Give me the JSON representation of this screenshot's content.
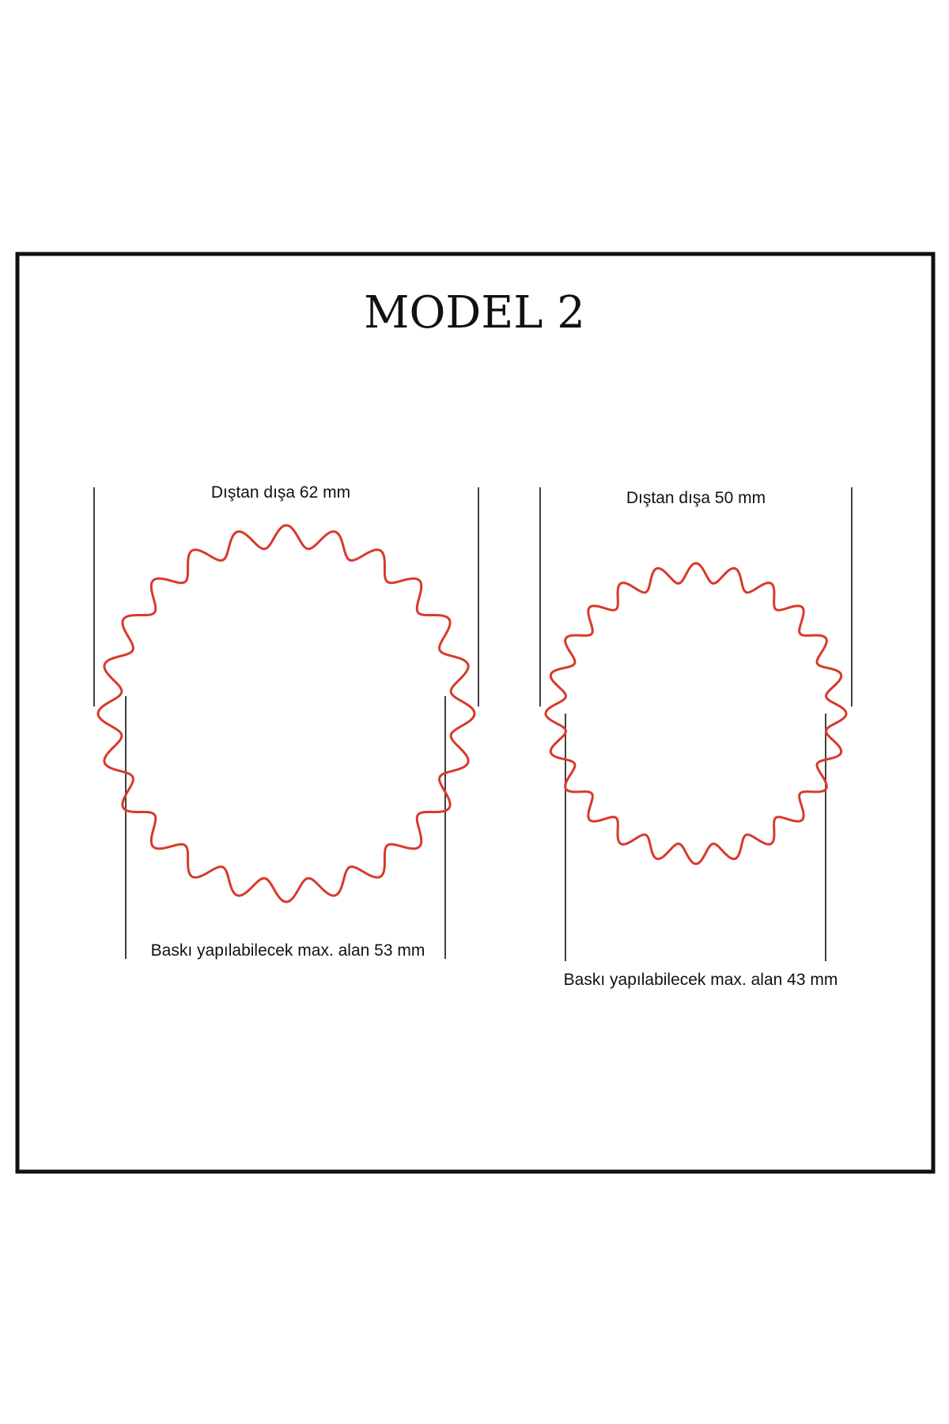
{
  "title": "MODEL 2",
  "colors": {
    "outline": "#d8392b",
    "lines": "#111111"
  },
  "models": [
    {
      "outer_label": "Dıştan dışa 62 mm",
      "print_label": "Baskı yapılabilecek max. alan 53 mm",
      "outer_mm": 62,
      "print_mm": 53
    },
    {
      "outer_label": "Dıştan dışa 50 mm",
      "print_label": "Baskı yapılabilecek max. alan 43 mm",
      "outer_mm": 50,
      "print_mm": 43
    }
  ]
}
